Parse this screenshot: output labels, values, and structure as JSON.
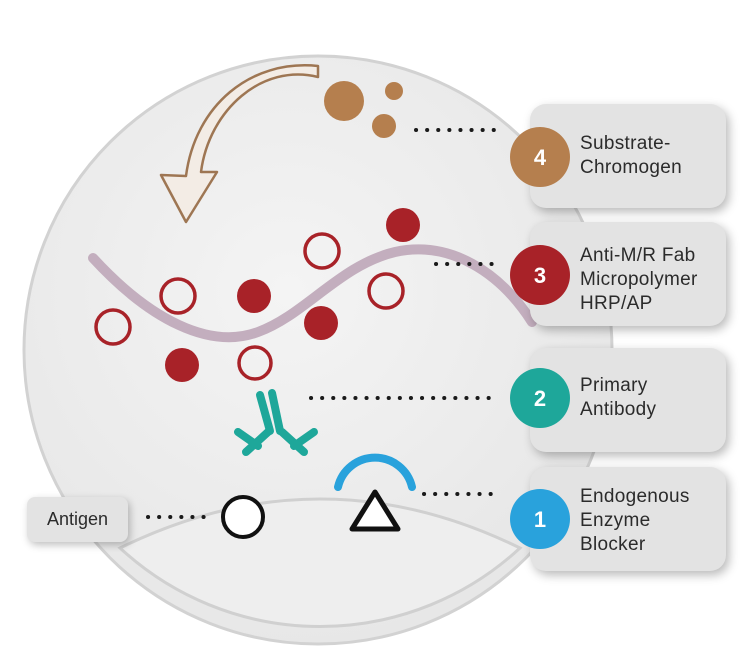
{
  "colors": {
    "step4": "#b57f4e",
    "step3": "#a82228",
    "step2": "#1ea79a",
    "step1": "#29a2dc",
    "polymer": "#c3aebe",
    "card": "#e3e3e3",
    "circle": "#ececec"
  },
  "antigen": {
    "label": "Antigen"
  },
  "steps": [
    {
      "number": "4",
      "lines": [
        "Substrate-",
        "Chromogen"
      ]
    },
    {
      "number": "3",
      "lines": [
        "Anti-M/R Fab",
        "Micropolymer",
        "HRP/AP"
      ]
    },
    {
      "number": "2",
      "lines": [
        "Primary",
        "Antibody"
      ]
    },
    {
      "number": "1",
      "lines": [
        "Endogenous",
        "Enzyme",
        "Blocker"
      ]
    }
  ]
}
